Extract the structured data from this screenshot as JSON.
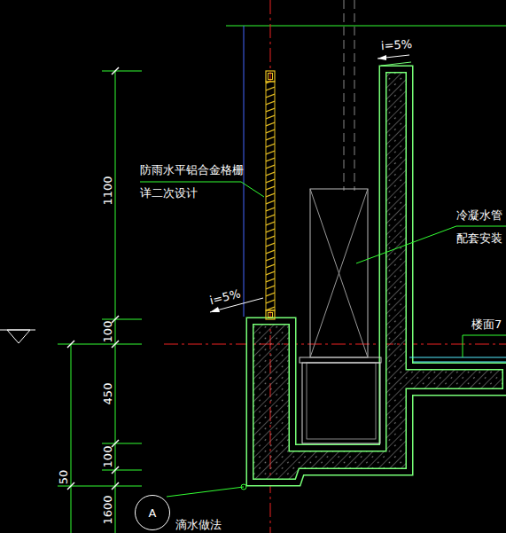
{
  "diagram": {
    "nodes": [
      {
        "text": [
          "A"
        ]
      }
    ],
    "labels": [
      "i=5%",
      "防雨水平铝合金格栅",
      "详二次设计",
      "冷凝水管",
      "配套安装",
      "楼面7",
      "i=5%",
      "1100",
      "100",
      "450",
      "100",
      "50",
      "1600",
      "滴水做法"
    ]
  }
}
